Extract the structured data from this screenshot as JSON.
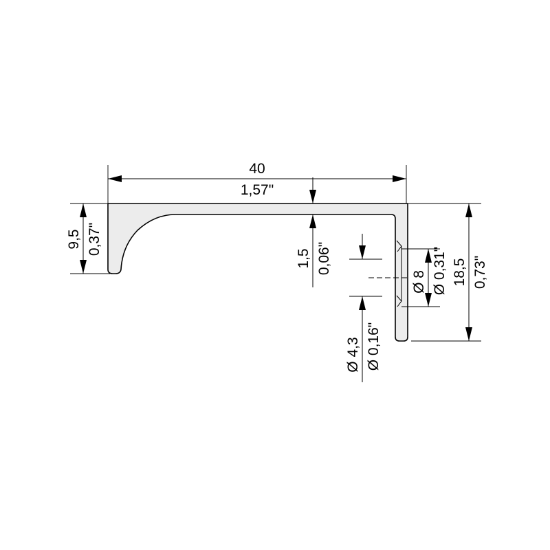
{
  "dimensions": {
    "width_mm": "40",
    "width_in": "1,57\"",
    "left_height_mm": "9,5",
    "left_height_in": "0,37\"",
    "thickness_mm": "1,5",
    "thickness_in": "0,06\"",
    "hole_small_mm": "Ø 4,3",
    "hole_small_in": "Ø 0,16\"",
    "hole_large_mm": "Ø 8",
    "hole_large_in": "Ø 0,31\"",
    "total_height_mm": "18,5",
    "total_height_in": "0,73\""
  },
  "colors": {
    "profile_fill": "#ececec",
    "line": "#000000"
  }
}
